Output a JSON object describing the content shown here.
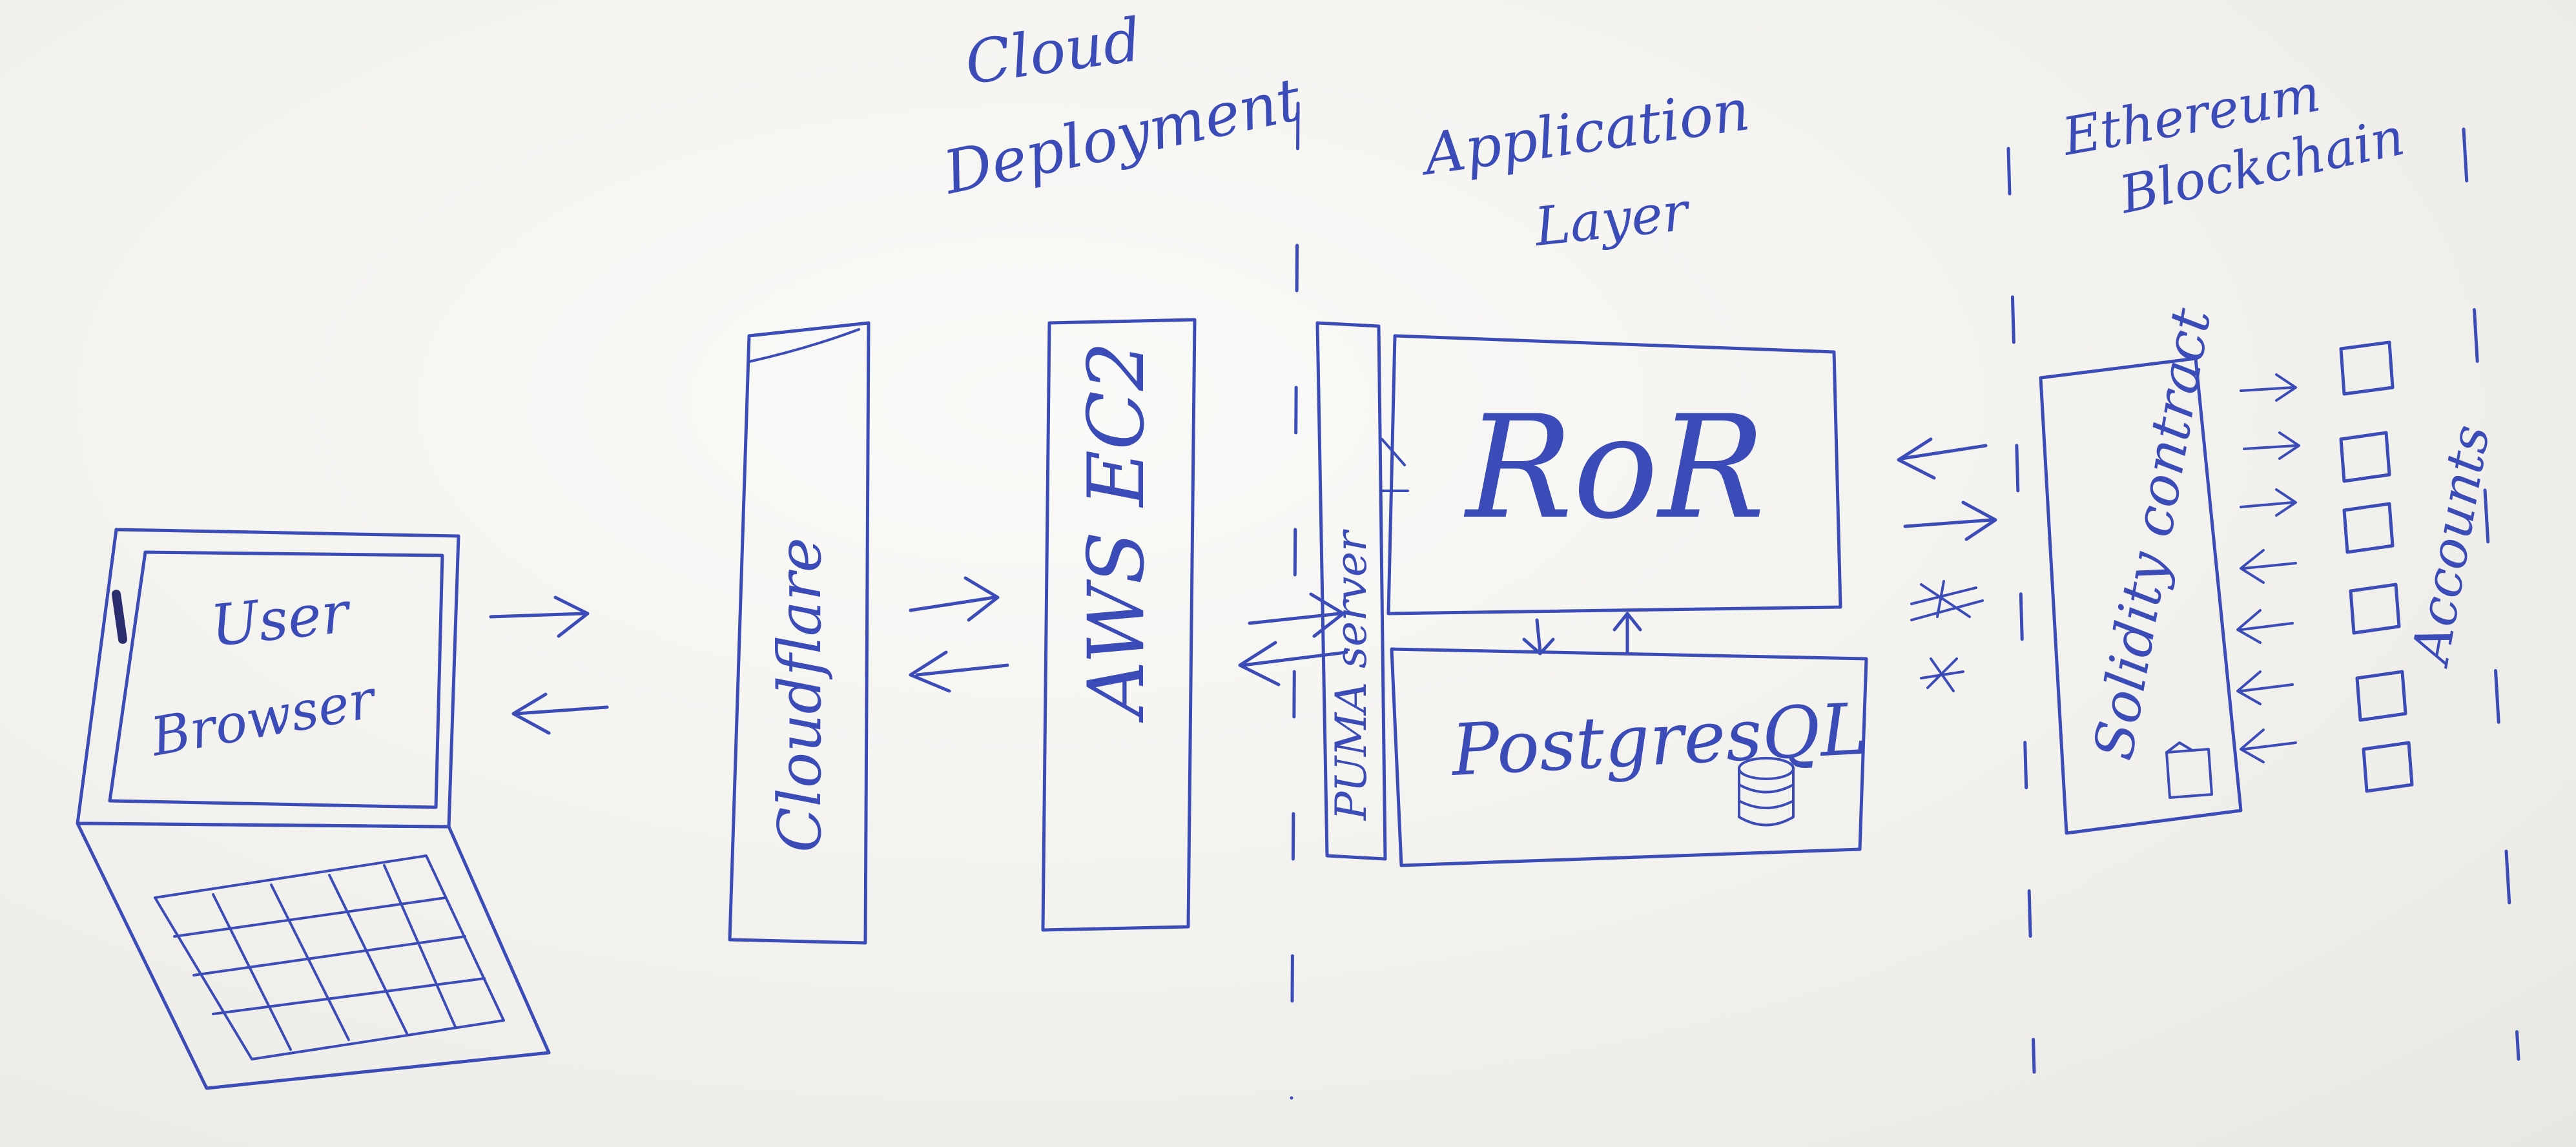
{
  "sections": {
    "cloud": {
      "line1": "Cloud",
      "line2": "Deployment"
    },
    "app": {
      "line1": "Application",
      "line2": "Layer"
    },
    "eth": {
      "line1": "Ethereum",
      "line2": "Blockchain"
    }
  },
  "nodes": {
    "user": {
      "line1": "User",
      "line2": "Browser"
    },
    "cloudflare": "Cloudflare",
    "aws": "AWS EC2",
    "puma": "PUMA server",
    "ror": "RoR",
    "postgres": "PostgresQL",
    "solidity": "Solidity contract",
    "accounts": "Accounts"
  },
  "colors": {
    "ink": "#3b4bb8",
    "paper": "#f4f3f0"
  }
}
